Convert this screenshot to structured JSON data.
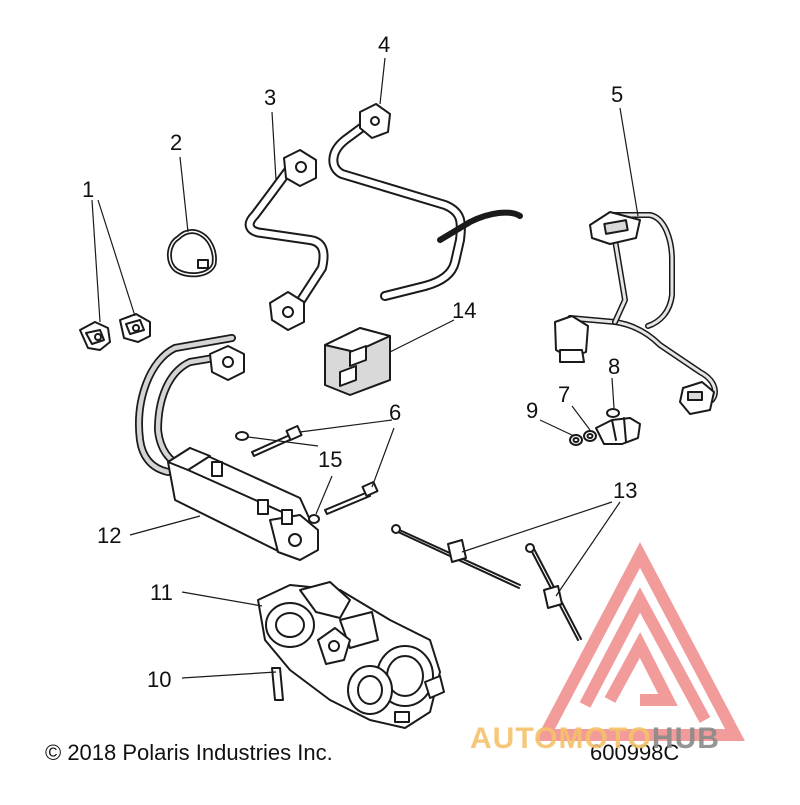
{
  "diagram": {
    "callouts": {
      "c1": "1",
      "c2": "2",
      "c3": "3",
      "c4": "4",
      "c5": "5",
      "c6": "6",
      "c7": "7",
      "c8": "8",
      "c9": "9",
      "c10": "10",
      "c11": "11",
      "c12": "12",
      "c13": "13",
      "c14": "14",
      "c15": "15"
    },
    "copyright": "© 2018 Polaris Industries Inc.",
    "figure_number": "600998C"
  },
  "watermark": {
    "brand_part_1": "AUTOMOTO",
    "brand_part_2": "HUB",
    "colors": {
      "triangle": "#f08a8a",
      "text_primary": "#f6c16a",
      "text_secondary": "#8a8a8a"
    }
  }
}
